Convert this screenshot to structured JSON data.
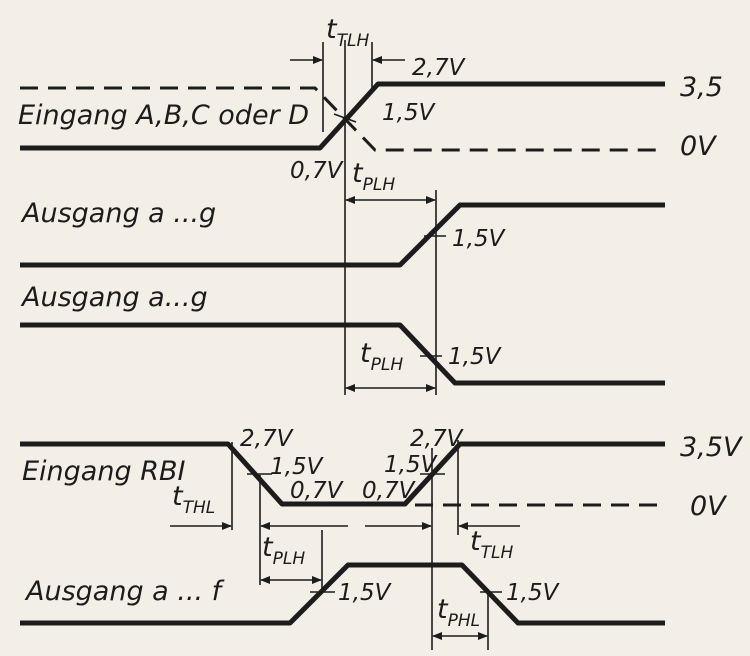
{
  "signals": {
    "input_abcd": "Eingang A,B,C oder D",
    "output_1": "Ausgang a ...g",
    "output_2": "Ausgang a...g",
    "input_rbi": "Eingang RBI",
    "output_3": "Ausgang a ... f"
  },
  "levels": {
    "high_top": "3,5",
    "low_top": "0V",
    "high_bottom": "3,5V",
    "low_bottom": "0V"
  },
  "voltages": {
    "v27": "2,7V",
    "v15": "1,5V",
    "v07": "0,7V"
  },
  "timing": {
    "t": "t",
    "TLH": "TLH",
    "PLH": "PLH",
    "THL": "THL",
    "PHL": "PHL"
  },
  "colors": {
    "ink": "#1c1c1c",
    "paper": "#f3efe6"
  }
}
